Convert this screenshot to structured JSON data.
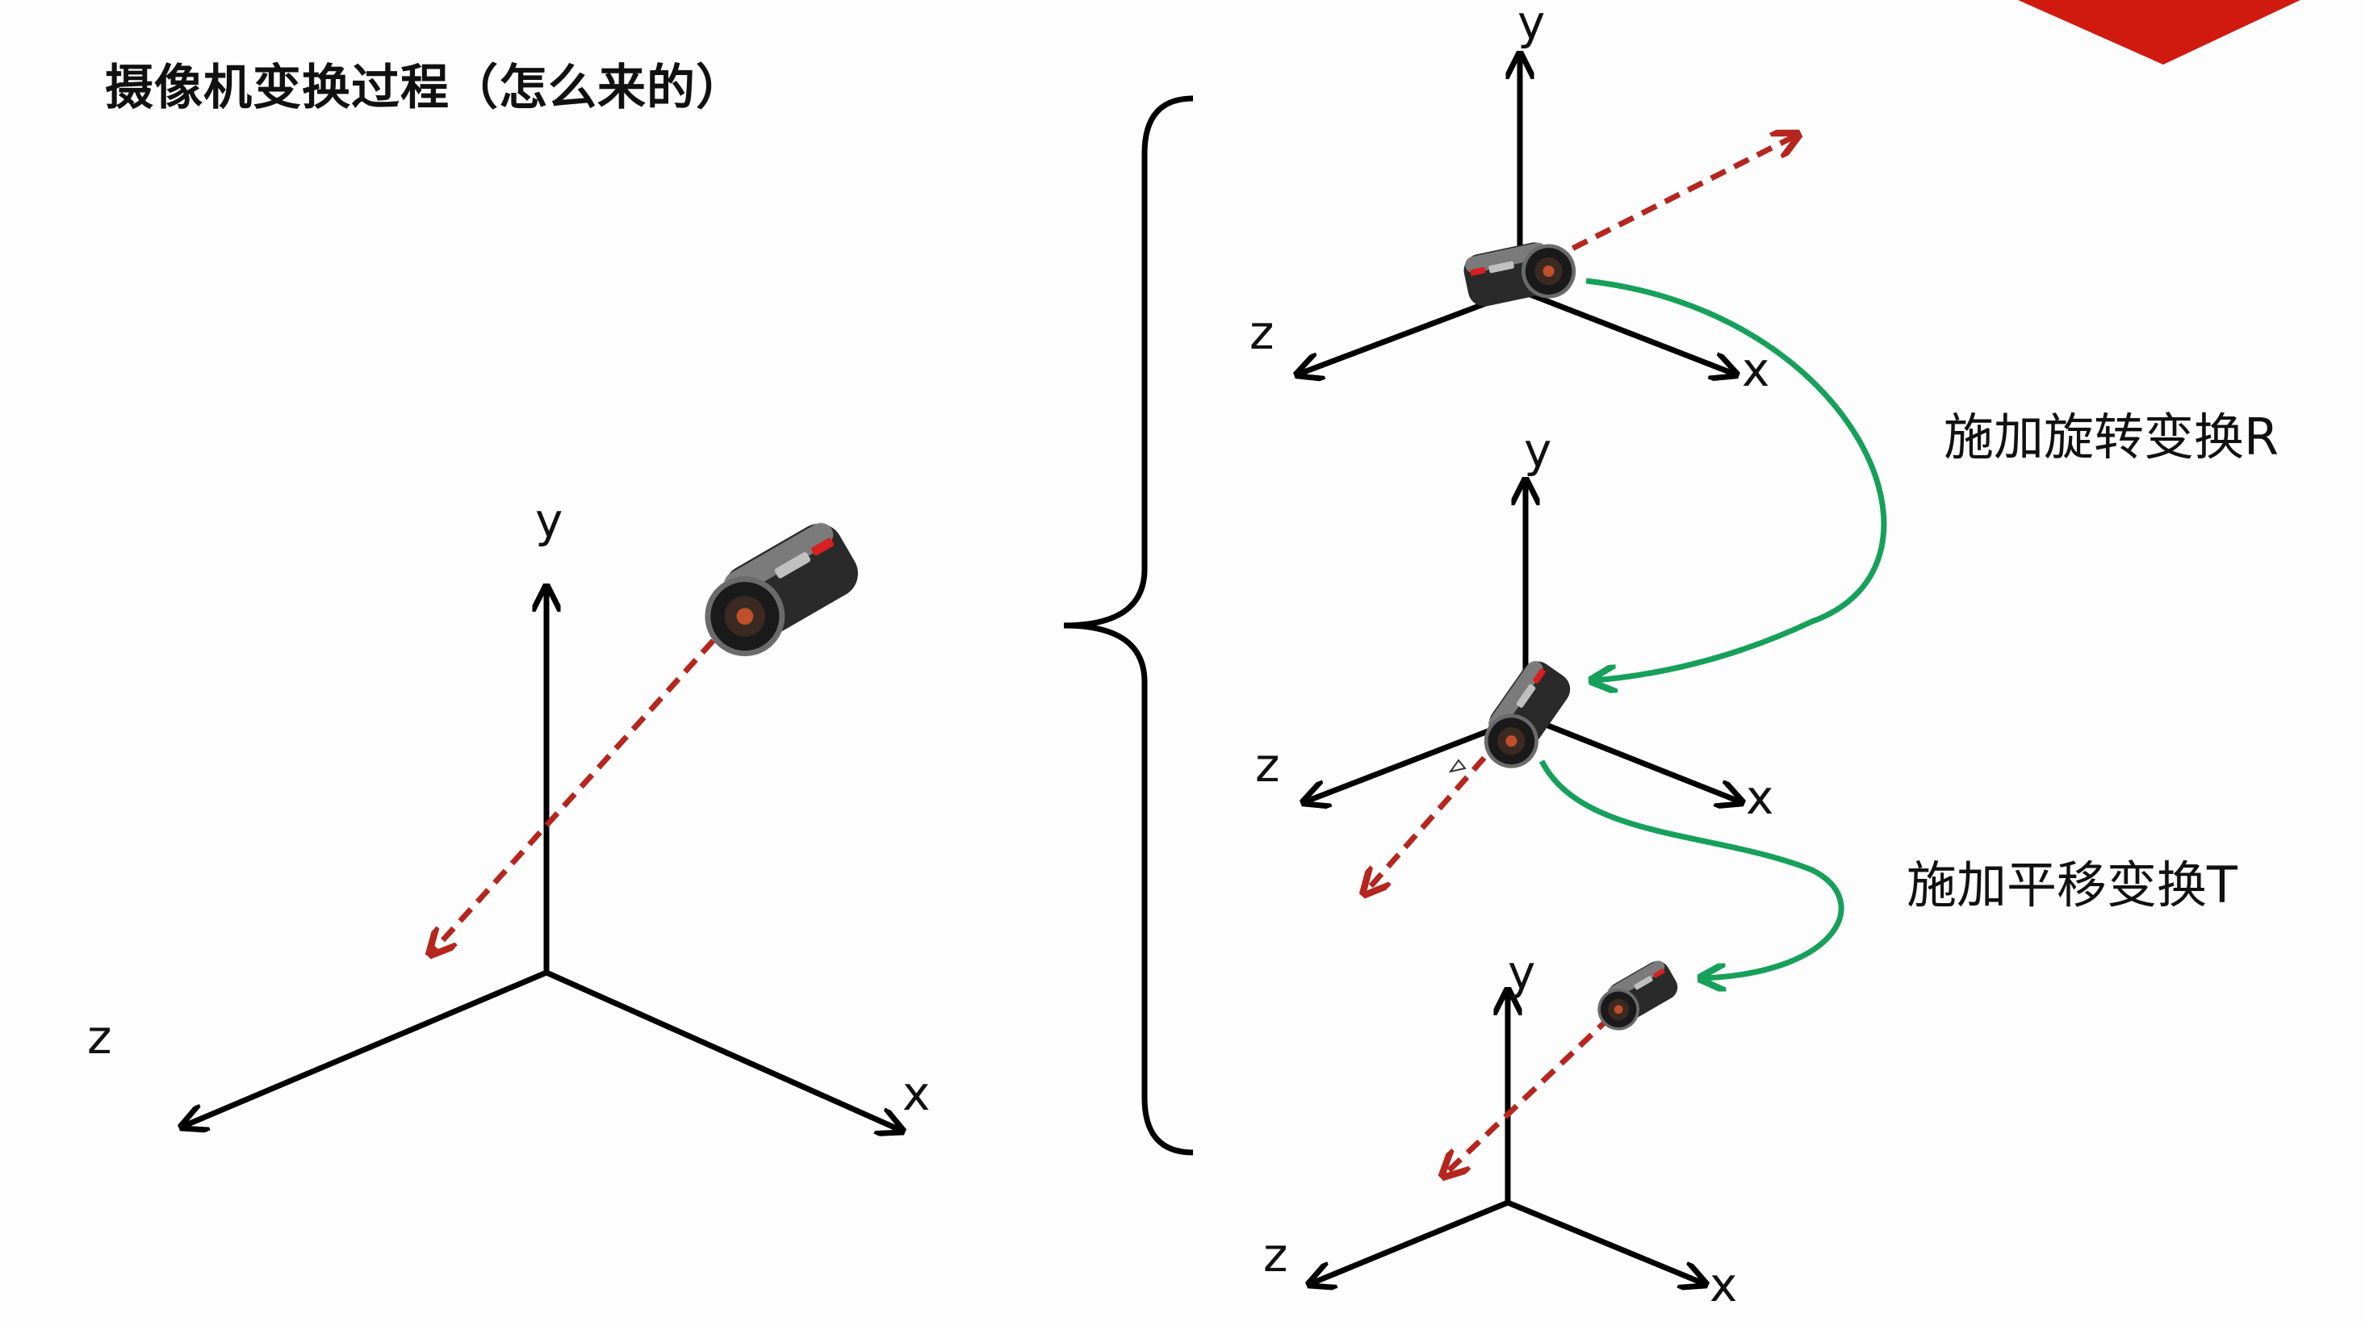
{
  "title": "摄像机变换过程（怎么来的）",
  "colors": {
    "axis": "#000000",
    "direction_arrow": "#b5261e",
    "transform_arrow": "#16a05a",
    "corner_accent": "#d01a10"
  },
  "main_frame": {
    "axes": {
      "x": "x",
      "y": "y",
      "z": "z"
    }
  },
  "steps": [
    {
      "axes": {
        "x": "x",
        "y": "y",
        "z": "z"
      }
    },
    {
      "axes": {
        "x": "x",
        "y": "y",
        "z": "z"
      }
    },
    {
      "axes": {
        "x": "x",
        "y": "y",
        "z": "z"
      }
    }
  ],
  "transforms": [
    {
      "label": "施加旋转变换R"
    },
    {
      "label": "施加平移变换T"
    }
  ],
  "icons": {
    "camera": "video-camera-icon",
    "cursor": "mouse-pointer-icon"
  }
}
